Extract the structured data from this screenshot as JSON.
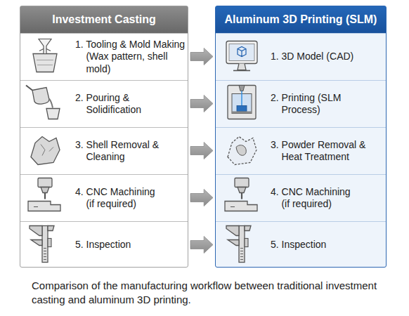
{
  "diagram": {
    "caption": "Comparison of the manufacturing workflow between traditional investment casting and aluminum 3D printing.",
    "nodes": [
      {
        "text": [
          "Investment Casting"
        ]
      },
      {
        "text": [
          "1. Tooling & Mold Making",
          "(Wax pattern, shell mold)"
        ],
        "in": 0
      },
      {
        "text": [
          "2. Pouring & Solidification"
        ],
        "in": 0
      },
      {
        "text": [
          "3. Shell Removal & Cleaning"
        ],
        "in": 0
      },
      {
        "text": [
          "4. CNC Machining",
          "(if required)"
        ],
        "in": 0
      },
      {
        "text": [
          "5. Inspection"
        ],
        "in": 0
      },
      {
        "text": [
          "Aluminum 3D Printing (SLM)"
        ]
      },
      {
        "text": [
          "1. 3D Model (CAD)"
        ],
        "in": 6
      },
      {
        "text": [
          "2. Printing (SLM Process)"
        ],
        "in": 6
      },
      {
        "text": [
          "3. Powder Removal & Heat Treatment"
        ],
        "in": 6
      },
      {
        "text": [
          "4. CNC Machining",
          "(if required)"
        ],
        "in": 6
      },
      {
        "text": [
          "5. Inspection"
        ],
        "in": 6
      }
    ],
    "edges": [
      {
        "from": 1,
        "to": 7,
        "arrow": "to"
      },
      {
        "from": 2,
        "to": 8,
        "arrow": "to"
      },
      {
        "from": 3,
        "to": 9,
        "arrow": "to"
      },
      {
        "from": 4,
        "to": 10,
        "arrow": "to"
      },
      {
        "from": 5,
        "to": 11,
        "arrow": "to"
      }
    ]
  }
}
